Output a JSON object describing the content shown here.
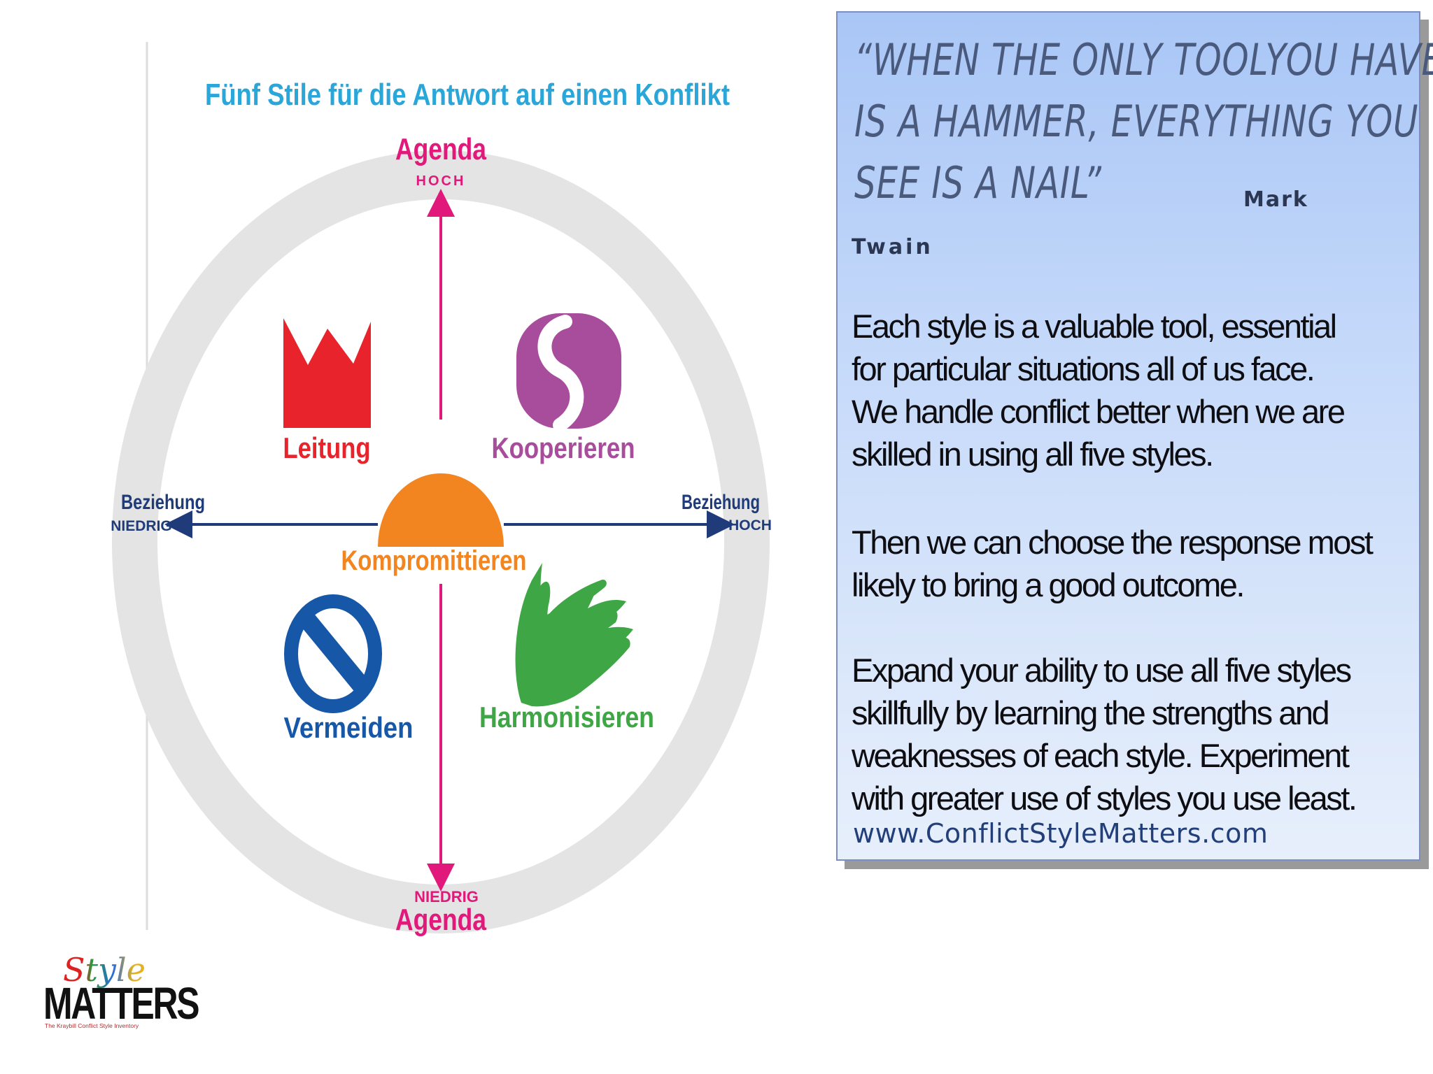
{
  "diagram": {
    "title": "Fünf Stile für die Antwort auf einen Konflikt",
    "axis_top_label": "Agenda",
    "axis_top_level": "HOCH",
    "axis_bottom_label": "Agenda",
    "axis_bottom_level": "NIEDRIG",
    "axis_left_label": "Beziehung",
    "axis_left_level": "NIEDRIG",
    "axis_right_label": "Beziehung",
    "axis_right_level": "HOCH",
    "styles": {
      "leitung": "Leitung",
      "kooperieren": "Kooperieren",
      "kompromittieren": "Kompromittieren",
      "vermeiden": "Vermeiden",
      "harmonisieren": "Harmonisieren"
    },
    "colors": {
      "title": "#2aa6d8",
      "agenda": "#e0197a",
      "beziehung": "#1f3b7a",
      "leitung": "#e8232b",
      "kooperieren": "#a84c9c",
      "kompromittieren": "#f28520",
      "vermeiden": "#1657a8",
      "harmonisieren": "#3ea645",
      "ring": "#e4e4e4"
    }
  },
  "quote": {
    "line1": "“When the only toolyou have",
    "line2": "is a hammer, everything you",
    "line3": "see is a nail”",
    "author_first": "Mark",
    "author_last": "Twain"
  },
  "body": {
    "p1_l1": "Each style is a valuable tool, essential",
    "p1_l2": "for particular situations all of us face.",
    "p1_l3": "We handle conflict better when we are",
    "p1_l4": "skilled in using all five styles.",
    "p2_l1": "Then we can choose the response most",
    "p2_l2": "likely to bring a good outcome.",
    "p3_l1": "Expand your ability to use all five styles",
    "p3_l2": "skillfully by learning the strengths and",
    "p3_l3": "weaknesses of each style.  Experiment",
    "p3_l4": "with greater use of styles you use least.",
    "website": "www.ConflictStyleMatters.com"
  },
  "logo": {
    "word1": "Style",
    "word2": "MATTERS",
    "tagline": "The Kraybill Conflict Style Inventory"
  }
}
